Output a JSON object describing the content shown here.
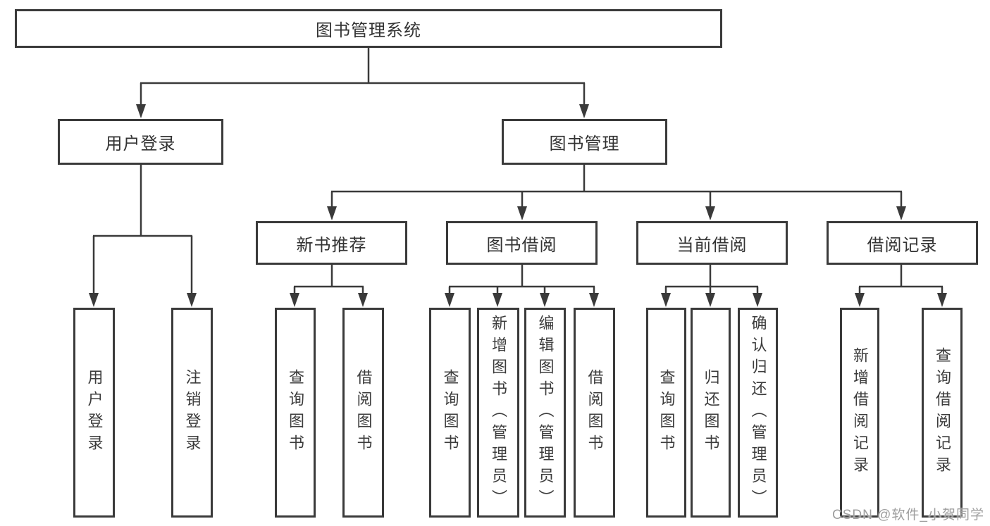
{
  "diagram": {
    "tree": {
      "label": "图书管理系统",
      "children": [
        {
          "label": "用户登录",
          "children": [
            {
              "label": "用户登录"
            },
            {
              "label": "注销登录"
            }
          ]
        },
        {
          "label": "图书管理",
          "children": [
            {
              "label": "新书推荐",
              "children": [
                {
                  "label": "查询图书"
                },
                {
                  "label": "借阅图书"
                }
              ]
            },
            {
              "label": "图书借阅",
              "children": [
                {
                  "label": "查询图书"
                },
                {
                  "label": "新增图书（管理员）"
                },
                {
                  "label": "编辑图书（管理员）"
                },
                {
                  "label": "借阅图书"
                }
              ]
            },
            {
              "label": "当前借阅",
              "children": [
                {
                  "label": "查询图书"
                },
                {
                  "label": "归还图书"
                },
                {
                  "label": "确认归还（管理员）"
                }
              ]
            },
            {
              "label": "借阅记录",
              "children": [
                {
                  "label": "新增借阅记录"
                },
                {
                  "label": "查询借阅记录"
                }
              ]
            }
          ]
        }
      ]
    },
    "line_color": "#3a3a3a",
    "text_color": "#333333"
  },
  "watermark": {
    "text": "CSDN @软件_小贺同学",
    "color": "#9e9e9e"
  }
}
